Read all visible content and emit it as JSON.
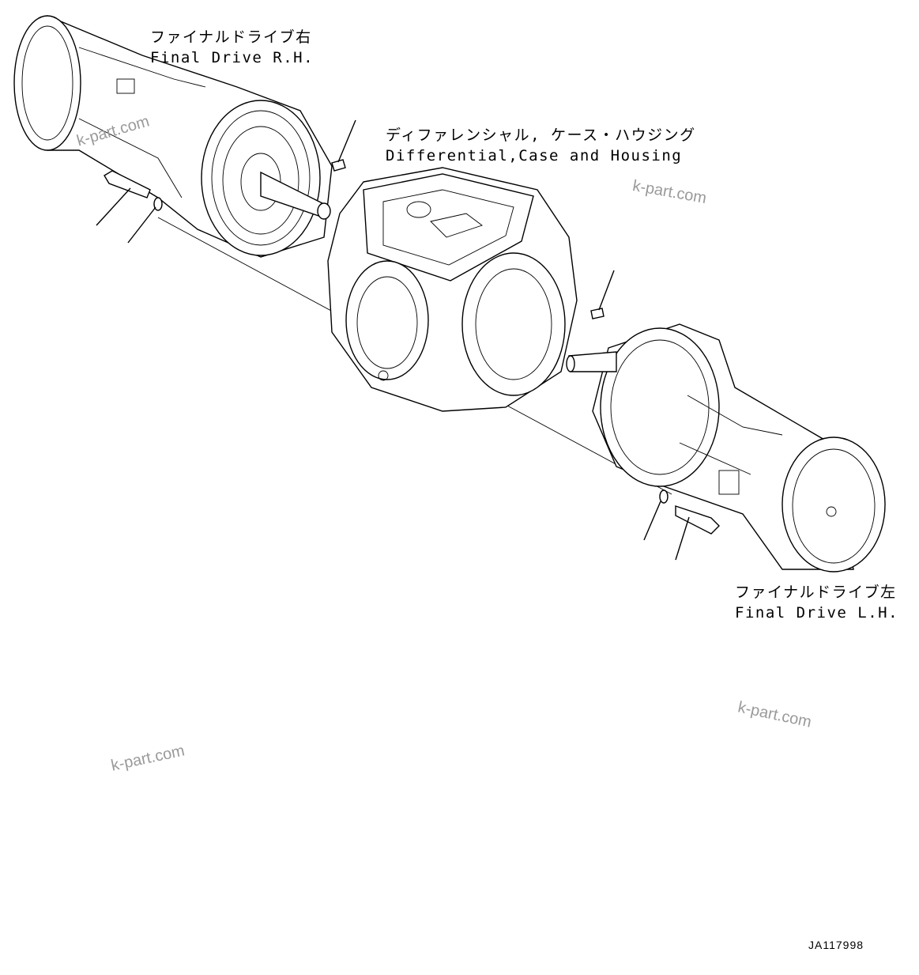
{
  "labels": {
    "final_drive_rh": {
      "jp": "ファイナルドライブ右",
      "en": "Final Drive R.H."
    },
    "differential": {
      "jp": "ディファレンシャル, ケース・ハウジング",
      "en": "Differential,Case and Housing"
    },
    "final_drive_lh": {
      "jp": "ファイナルドライブ左",
      "en": "Final Drive L.H."
    }
  },
  "watermark": "k-part.com",
  "drawing_code": "JA117998"
}
